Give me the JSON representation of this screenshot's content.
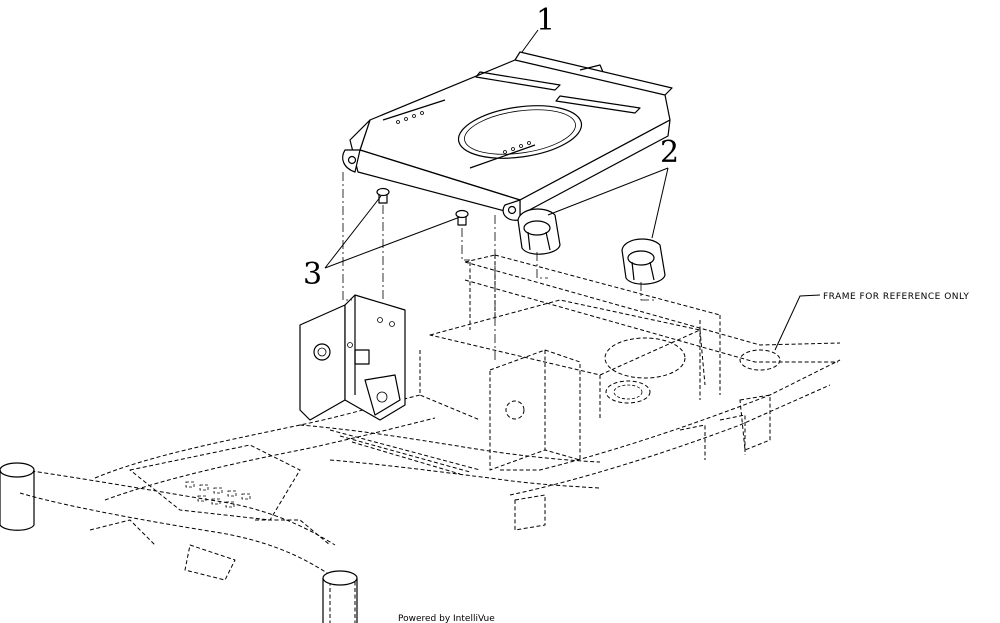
{
  "callouts": {
    "seat_pan": "1",
    "bumpers": "2",
    "bolts": "3"
  },
  "note": "FRAME FOR REFERENCE ONLY",
  "footer_text": "Powered by IntelliVue"
}
